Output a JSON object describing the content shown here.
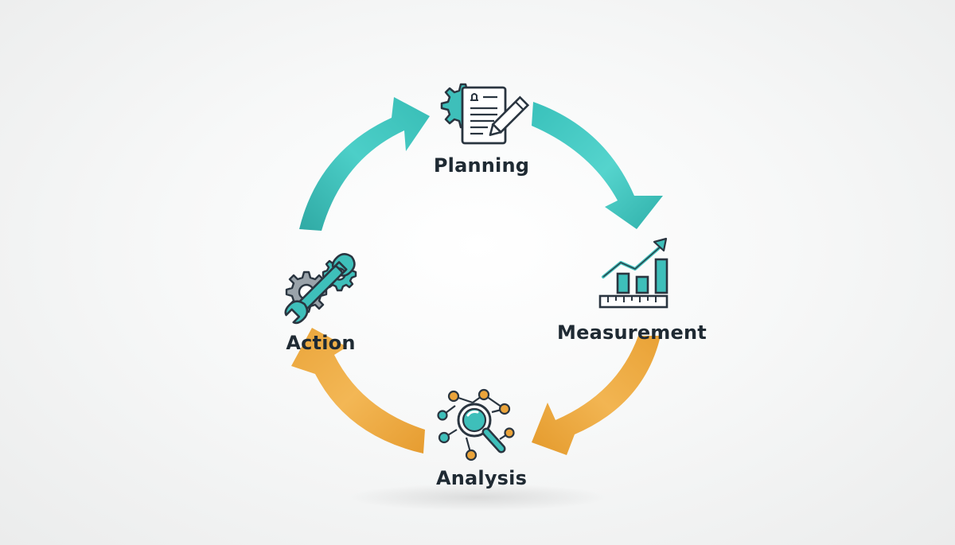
{
  "stages": {
    "planning": {
      "label": "Planning",
      "icon": "document-gear-pencil-icon"
    },
    "measurement": {
      "label": "Measurement",
      "icon": "bar-chart-trend-icon"
    },
    "analysis": {
      "label": "Analysis",
      "icon": "magnifier-network-icon"
    },
    "action": {
      "label": "Action",
      "icon": "wrench-gears-icon"
    }
  },
  "colors": {
    "teal": "#3ebfba",
    "teal_dark": "#2b8f8c",
    "orange": "#eba43a",
    "orange_dark": "#c98420",
    "ink": "#2a3540",
    "gray_gear": "#9aa3aa"
  }
}
